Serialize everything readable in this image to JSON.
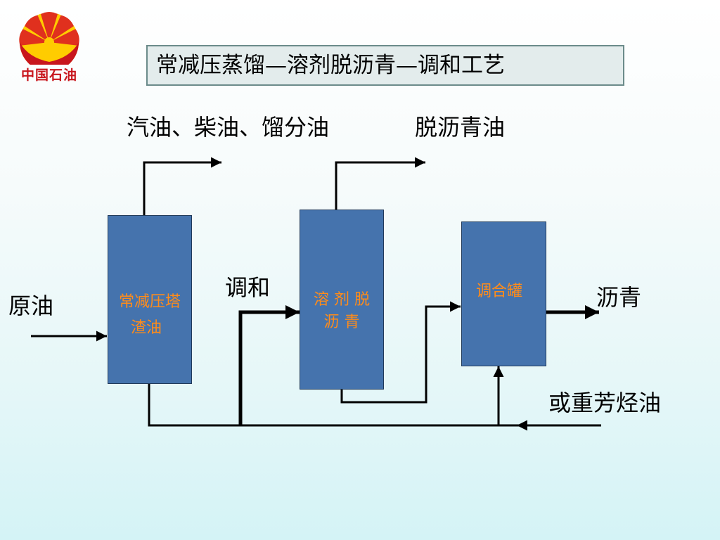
{
  "logo": {
    "text": "中国石油"
  },
  "title": "常减压蒸馏—溶剂脱沥青—调和工艺",
  "labels": {
    "top_products": "汽油、柴油、馏分油",
    "deasphalted_oil": "脱沥青油",
    "feed": "原油",
    "blend": "调和",
    "product": "沥青",
    "additive": "或重芳烃油"
  },
  "units": {
    "distill_line1": "常减压塔",
    "distill_line2": "渣油",
    "deasphalt_line1": "溶 剂 脱",
    "deasphalt_line2": "沥  青",
    "blend_tank": "调合罐"
  },
  "colors": {
    "unit_fill": "#4573ad",
    "unit_text": "#ff8c1a",
    "title_bg": "#e3ecec",
    "title_border": "#6b8b8a",
    "logo_red": "#c8161d",
    "logo_yellow": "#ffcc00"
  }
}
